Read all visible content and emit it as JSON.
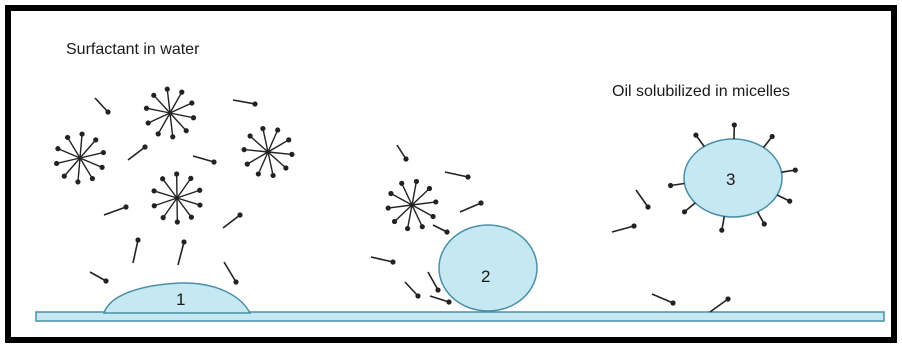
{
  "labels": {
    "surfactant_in_water": "Surfactant in water",
    "oil_solubilized": "Oil solubilized in micelles"
  },
  "droplets": [
    {
      "number": "1"
    },
    {
      "number": "2"
    },
    {
      "number": "3"
    }
  ],
  "colors": {
    "frame": "#000000",
    "oil_fill": "#c6e8f2",
    "oil_stroke": "#4a8fa8",
    "surface_fill": "#c6e8f2",
    "surfactant": "#222222"
  }
}
